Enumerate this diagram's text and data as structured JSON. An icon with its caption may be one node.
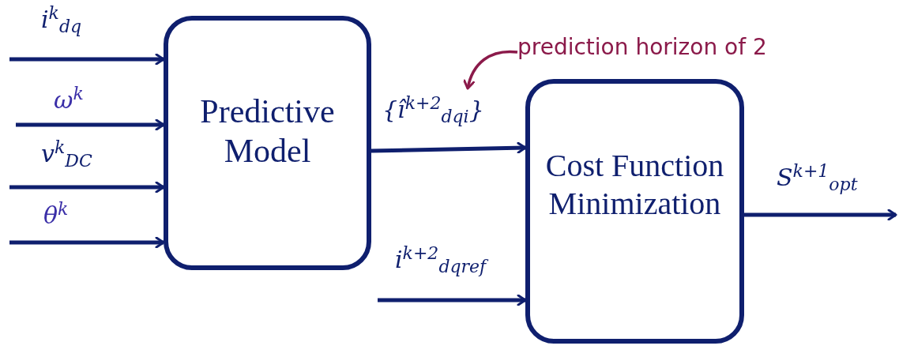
{
  "diagram": {
    "nodes": [
      {
        "text": [
          "Predictive Model"
        ]
      },
      {
        "text": [
          "Cost Function Minimization"
        ]
      },
      {
        "text": [
          "prediction horizon of 2"
        ]
      }
    ],
    "edges": [
      {
        "from": null,
        "to": 0,
        "arrow": "to",
        "label": "i$^{k}$$_{dq}$"
      },
      {
        "from": null,
        "to": 0,
        "arrow": "to",
        "label": "ω$^{k}$"
      },
      {
        "from": null,
        "to": 0,
        "arrow": "to",
        "label": "v$^{k}$$_{DC}$"
      },
      {
        "from": null,
        "to": 0,
        "arrow": "to",
        "label": "θ$^{k}$"
      },
      {
        "from": 0,
        "to": 1,
        "arrow": "to",
        "label": "{î$^{k+2}$$_{dqi}$}"
      },
      {
        "from": null,
        "to": 1,
        "arrow": "to",
        "label": "i$^{k+2}$$_{dq}$$_{ref}$"
      },
      {
        "from": 1,
        "to": null,
        "arrow": "to",
        "label": "S$^{k+1}$$_{opt}$"
      },
      {
        "from": 2,
        "to": null,
        "arrow": "to",
        "color": "#8b1a4a"
      }
    ]
  }
}
